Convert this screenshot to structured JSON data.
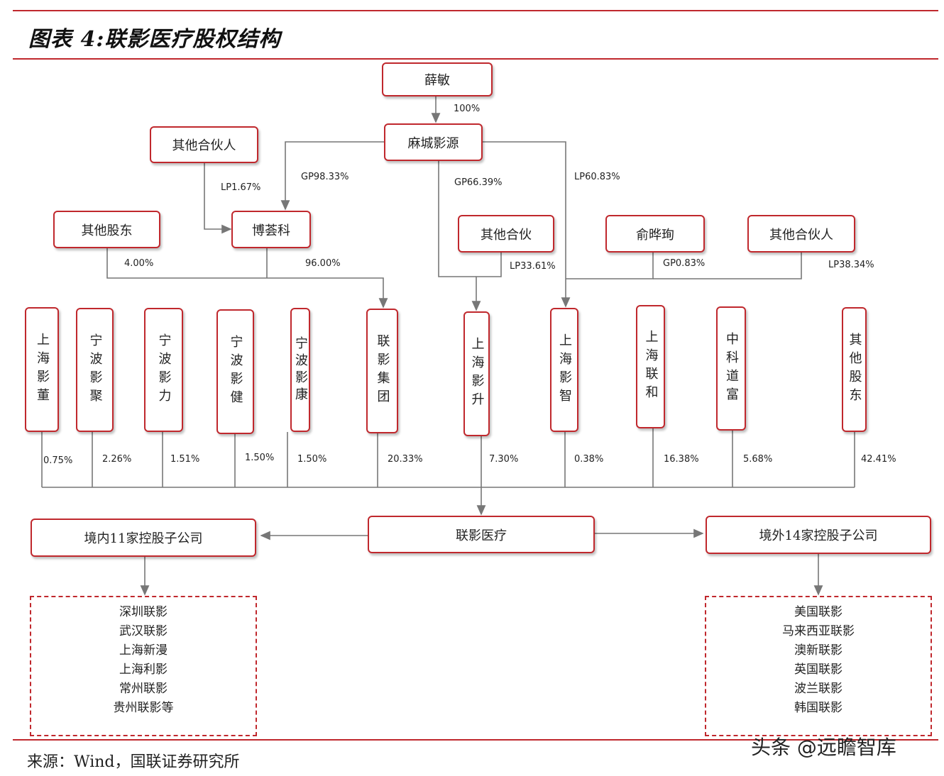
{
  "title": "图表 4:联影医疗股权结构",
  "source": "来源：Wind，国联证券研究所",
  "watermark": "头条 @远瞻智库",
  "nodes": {
    "xuemin": "薛敏",
    "macheng": "麻城影源",
    "other_partners_1": "其他合伙人",
    "other_shareholders_1": "其他股东",
    "bochuanke": "博荟科",
    "other_partner_2": "其他合伙",
    "yu_xuxu": "俞晔珣",
    "other_partners_3": "其他合伙人",
    "sh_yingdong": "上海影董",
    "nb_yingju": "宁波影聚",
    "nb_yingli": "宁波影力",
    "nb_yingjian": "宁波影健",
    "nb_yingkang": "宁波影康",
    "lianying_group": "联影集团",
    "sh_yingsheng": "上海影升",
    "sh_yingzhi": "上海影智",
    "sh_lianhe": "上海联和",
    "zhongke_daofu": "中科道富",
    "other_shareholders_2": "其他股东",
    "united_imaging": "联影医疗",
    "domestic_subs": "境内11家控股子公司",
    "overseas_subs": "境外14家控股子公司"
  },
  "domestic_list": [
    "深圳联影",
    "武汉联影",
    "上海新漫",
    "上海利影",
    "常州联影",
    "贵州联影等"
  ],
  "overseas_list": [
    "美国联影",
    "马来西亚联影",
    "澳新联影",
    "英国联影",
    "波兰联影",
    "韩国联影"
  ],
  "percents": {
    "xuemin_macheng": "100%",
    "gp_bochuanke": "GP98.33%",
    "lp_other_partners": "LP1.67%",
    "gp_yingsheng": "GP66.39%",
    "lp_yingzhi": "LP60.83%",
    "lp_other_partner2": "LP33.61%",
    "gp_yu": "GP0.83%",
    "lp_other3": "LP38.34%",
    "other_shareholders_group": "4.00%",
    "bochuanke_group": "96.00%",
    "sh_yingdong": "0.75%",
    "nb_yingju": "2.26%",
    "nb_yingli": "1.51%",
    "nb_yingjian": "1.50%",
    "nb_yingkang": "1.50%",
    "lianying_group": "20.33%",
    "sh_yingsheng": "7.30%",
    "sh_yingzhi": "0.38%",
    "sh_lianhe": "16.38%",
    "zhongke_daofu": "5.68%",
    "other_shareholders_2": "42.41%"
  },
  "colors": {
    "accent": "#c0282d",
    "line": "#777777"
  }
}
